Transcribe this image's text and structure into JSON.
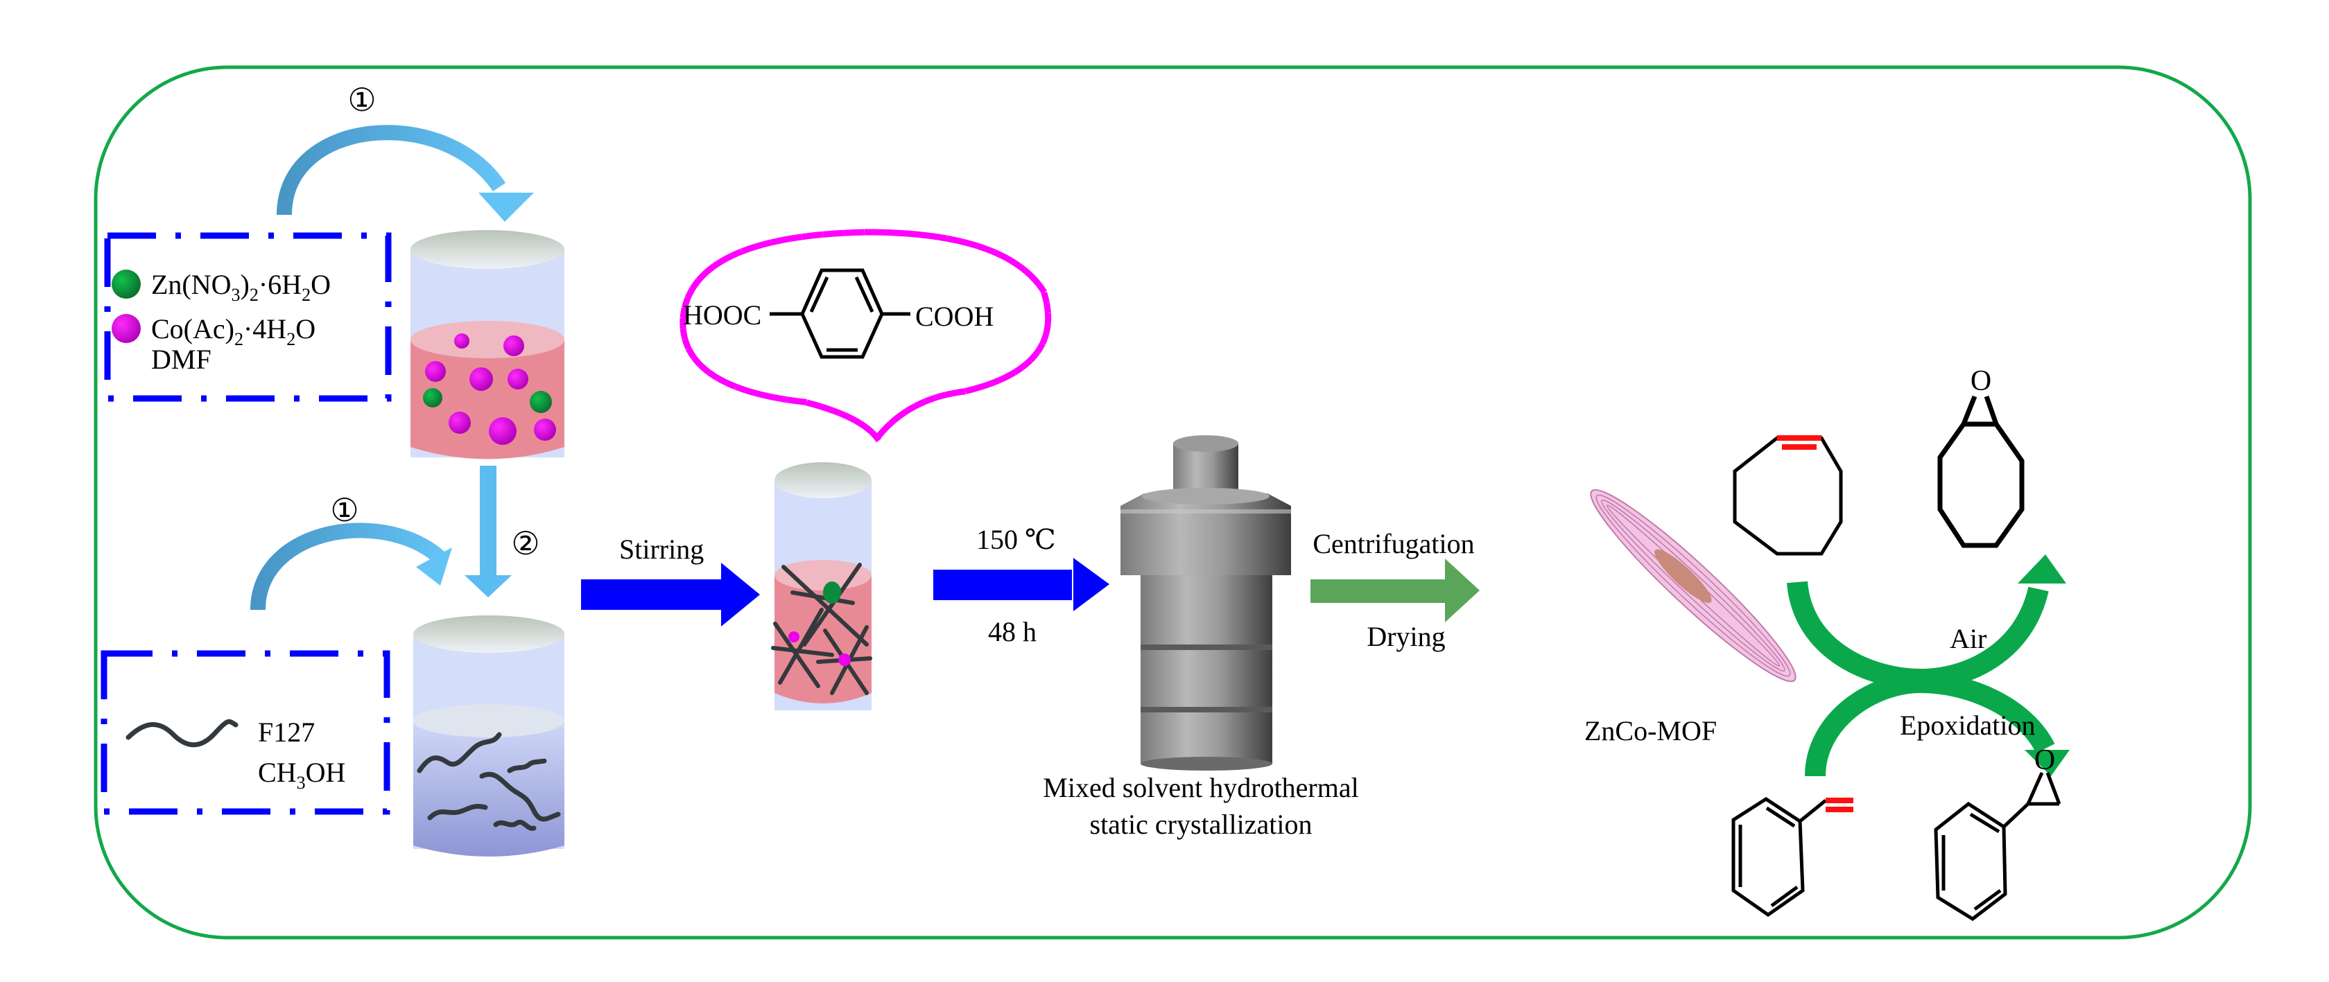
{
  "figure": {
    "title": "ZnCo-MOF synthesis and epoxidation scheme",
    "colors": {
      "frame": "#13a84a",
      "dashbox": "#0000ff",
      "process_arrow": "#0000ff",
      "drying_arrow": "#5ba55b",
      "cycle_arrow": "#0aa84a",
      "step_arrow": "#4ea6d8",
      "dotted_bubble": "#ff00ff",
      "zn_sphere": "#0a9a3c",
      "co_sphere": "#ee00ee",
      "solution_pink": "#e88a96",
      "solution_blue": "#a9b2e6",
      "double_bond": "#ff1010"
    }
  },
  "reagents_box_1": {
    "items": [
      {
        "marker": "green-sphere",
        "label": "Zn(NO",
        "sub1": "3",
        "mid": ")",
        "sub2": "2",
        "tail": "·6H",
        "sub3": "2",
        "end": "O"
      },
      {
        "marker": "magenta-sphere",
        "label": "Co(Ac)",
        "sub1": "2",
        "tail": "·4H",
        "sub2": "2",
        "end": "O"
      },
      {
        "marker": "none",
        "label": "DMF"
      }
    ]
  },
  "reagents_box_2": {
    "items": [
      {
        "marker": "wavy-chain",
        "label": "F127"
      },
      {
        "marker": "none",
        "label": "CH",
        "sub": "3",
        "end": "OH"
      }
    ]
  },
  "step_labels": {
    "step1_top": "①",
    "step1_bottom": "①",
    "step2": "②"
  },
  "ligand": {
    "left_group": "HOOC",
    "right_group": "COOH"
  },
  "process": {
    "stirring": "Stirring",
    "temperature": "150 ℃",
    "duration": "48 h",
    "reactor_caption_line1": "Mixed solvent hydrothermal",
    "reactor_caption_line2": "static crystallization",
    "centrifugation": "Centrifugation",
    "drying": "Drying"
  },
  "product": {
    "label": "ZnCo-MOF"
  },
  "catalysis": {
    "oxidant": "Air",
    "reaction": "Epoxidation",
    "oxygen_label_1": "O",
    "oxygen_label_2": "O",
    "substrates": [
      "cyclooctene",
      "styrene"
    ],
    "products": [
      "cyclooctene oxide",
      "styrene oxide"
    ]
  }
}
